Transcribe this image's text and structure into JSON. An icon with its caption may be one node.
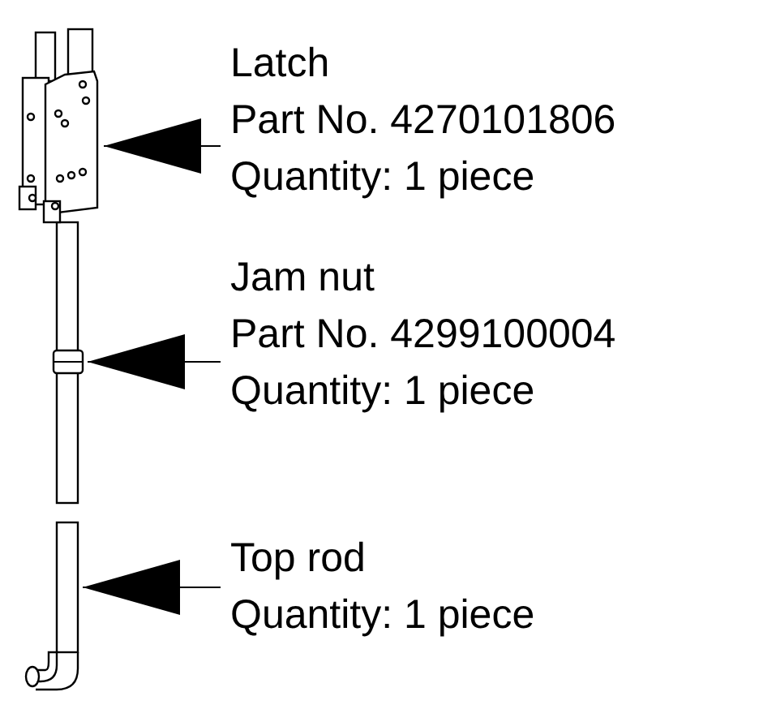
{
  "diagram": {
    "nodes": [
      {
        "text": [
          "Latch",
          "Part No. 4270101806",
          "Quantity: 1 piece"
        ]
      },
      {
        "text": [
          "Jam nut",
          "Part No. 4299100004",
          "Quantity: 1 piece"
        ]
      },
      {
        "text": [
          "Top rod",
          "Quantity: 1 piece"
        ]
      },
      {
        "text": [],
        "shape": "picture"
      },
      {
        "text": [],
        "shape": "picture"
      },
      {
        "text": [],
        "shape": "picture"
      }
    ],
    "edges": [
      {
        "from": 0,
        "to": 3,
        "arrow": "to"
      },
      {
        "from": 1,
        "to": 4,
        "arrow": "to"
      },
      {
        "from": 2,
        "to": 5,
        "arrow": "to"
      }
    ]
  }
}
